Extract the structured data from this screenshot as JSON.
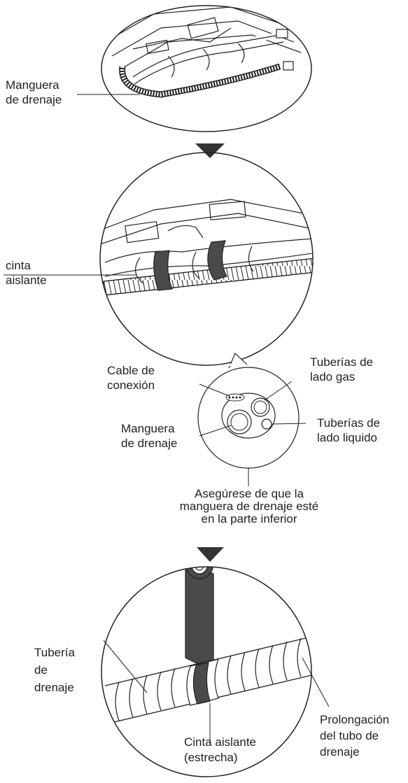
{
  "step1": {
    "drain_hose_label": [
      "Manguera",
      "de drenaje"
    ]
  },
  "step2": {
    "tape_label": [
      "cinta",
      "aislante"
    ]
  },
  "section": {
    "cable_label": [
      "Cable de",
      "conexión"
    ],
    "gas_pipe_label": [
      "Tuberías de",
      "lado gas"
    ],
    "liquid_pipe_label": [
      "Tuberías de",
      "lado liquido"
    ],
    "drain_hose_label": [
      "Manguera",
      "de drenaje"
    ],
    "note": [
      "Asegúrese de que la",
      "manguera de drenaje esté",
      "en la parte inferior"
    ]
  },
  "step3": {
    "drain_pipe_label": [
      "Tubería",
      "de",
      "drenaje"
    ],
    "extension_label": [
      "Prolongación",
      "del tubo de",
      "drenaje"
    ],
    "narrow_tape_label": [
      "Cinta aislante",
      "(estrecha)"
    ]
  },
  "colors": {
    "line": "#222222",
    "tape": "#4a4a4a",
    "arrow": "#333333"
  }
}
